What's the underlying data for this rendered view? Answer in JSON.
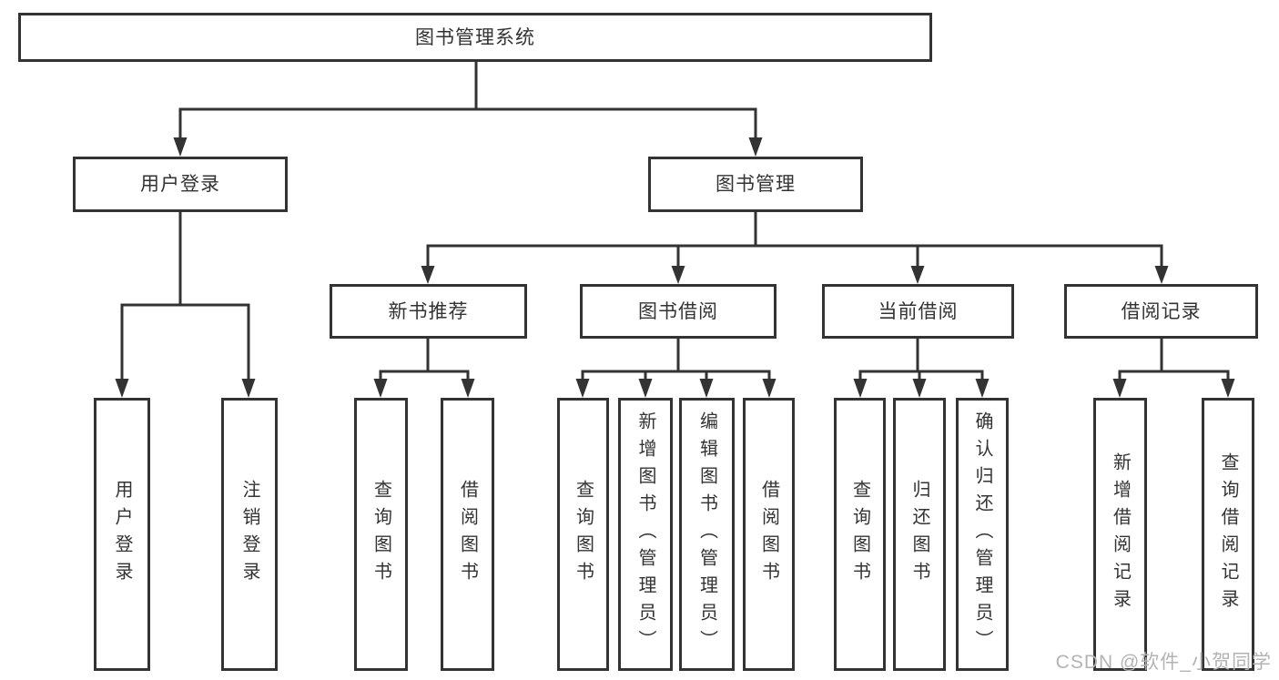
{
  "colors": {
    "background": "#ffffff",
    "line": "#333333",
    "box_border": "#333333",
    "text": "#333333",
    "watermark": "#b3b3b3"
  },
  "tree": {
    "root": {
      "label": "图书管理系统"
    },
    "branches": [
      {
        "label": "用户登录",
        "children": [
          {
            "label": "用户登录"
          },
          {
            "label": "注销登录"
          }
        ]
      },
      {
        "label": "图书管理",
        "children": [
          {
            "label": "新书推荐",
            "children": [
              {
                "label": "查询图书"
              },
              {
                "label": "借阅图书"
              }
            ]
          },
          {
            "label": "图书借阅",
            "children": [
              {
                "label": "查询图书"
              },
              {
                "label": "新增图书（管理员）"
              },
              {
                "label": "编辑图书（管理员）"
              },
              {
                "label": "借阅图书"
              }
            ]
          },
          {
            "label": "当前借阅",
            "children": [
              {
                "label": "查询图书"
              },
              {
                "label": "归还图书"
              },
              {
                "label": "确认归还（管理员）"
              }
            ]
          },
          {
            "label": "借阅记录",
            "children": [
              {
                "label": "新增借阅记录"
              },
              {
                "label": "查询借阅记录"
              }
            ]
          }
        ]
      }
    ]
  },
  "watermark": {
    "text": "CSDN @软件_小贺同学"
  }
}
